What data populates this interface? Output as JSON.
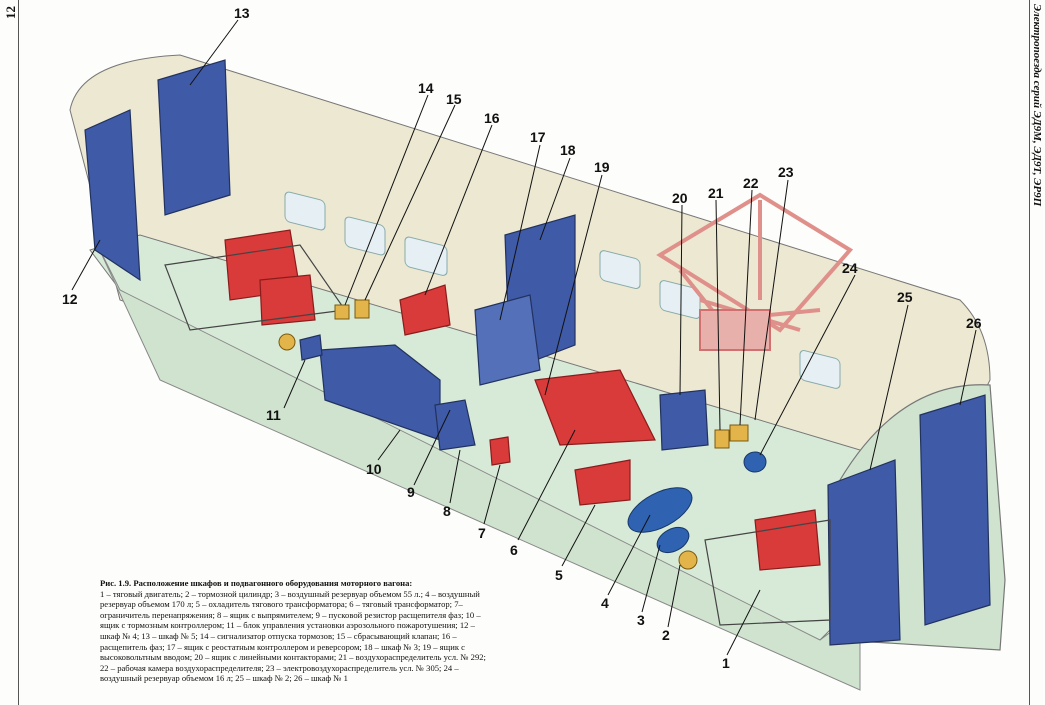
{
  "page_number": "12",
  "running_head": "Электропоезда серий ЭД9М, ЭД9Т, ЭР9П",
  "caption": {
    "title": "Рис. 1.9. Расположение шкафов и подвагонного оборудования моторного вагона:",
    "text": "1 – тяговый двигатель; 2 – тормозной цилиндр; 3 – воздушный резервуар объемом 55 л.; 4 – воздушный резервуар объемом 170 л; 5 – охладитель тягового трансформатора; 6 – тяговый трансформатор; 7– ограничитель перенапряжения; 8 – ящик с выпрямителем; 9 – пусковой резистор расщепителя фаз; 10 – ящик с тормозным контроллером; 11 – блок управления установки аэрозольного пожаротушения; 12 – шкаф № 4; 13 – шкаф № 5; 14 – сигнализатор отпуска тормозов; 15 – сбрасывающий клапан; 16 – расщепитель фаз; 17 – ящик с реостатным контроллером и реверсором; 18 – шкаф № 3; 19 – ящик с высоковольтным вводом; 20 – ящик с линейными контакторами; 21 – воздухораспределитель усл. № 292; 22 – рабочая камера воздухораспределителя; 23 – электровоздухораспределитель усл. № 305; 24 – воздушный резервуар объемом 16 л; 25 – шкаф № 2; 26 – шкаф № 1"
  },
  "callouts": [
    "1",
    "2",
    "3",
    "4",
    "5",
    "6",
    "7",
    "8",
    "9",
    "10",
    "11",
    "12",
    "13",
    "14",
    "15",
    "16",
    "17",
    "18",
    "19",
    "20",
    "21",
    "22",
    "23",
    "24",
    "25",
    "26"
  ],
  "colors": {
    "cabinet": "#3f5aa6",
    "cabinet_dark": "#2d4386",
    "red_equipment": "#d93a3a",
    "pantograph": "#e0908a",
    "wall": "#ece8d2",
    "floor": "#d7ead8",
    "end_wall": "#cfe3cf"
  }
}
